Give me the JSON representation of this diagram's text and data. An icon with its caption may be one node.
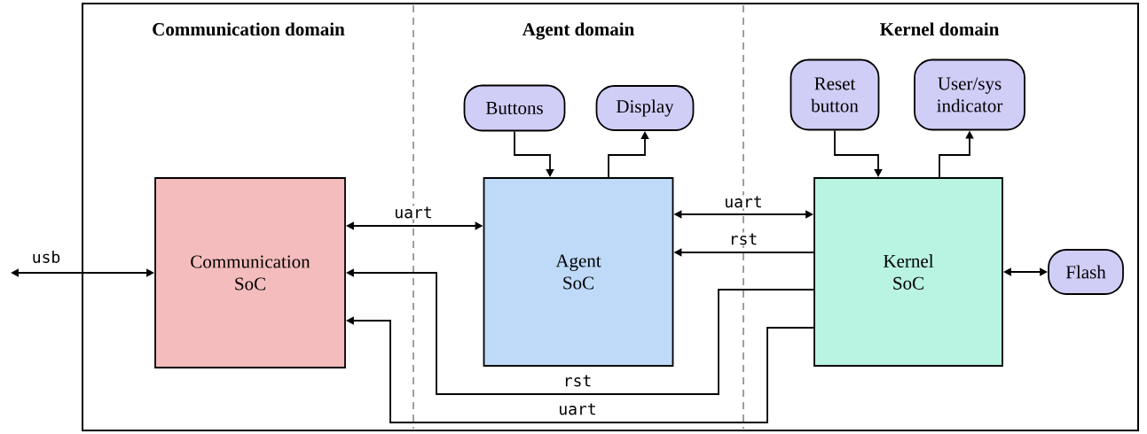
{
  "diagram": {
    "nodes": [
      {
        "text": [
          "Communication SoC"
        ]
      },
      {
        "text": [
          "Agent SoC"
        ]
      },
      {
        "text": [
          "Kernel SoC"
        ]
      },
      {
        "text": [
          "Buttons"
        ]
      },
      {
        "text": [
          "Display"
        ]
      },
      {
        "text": [
          "Reset button"
        ]
      },
      {
        "text": [
          "User/sys indicator"
        ]
      },
      {
        "text": [
          "Flash"
        ]
      }
    ],
    "edges": [
      {
        "from": null,
        "to": 0,
        "arrow": "both",
        "label": "usb"
      },
      {
        "from": 0,
        "to": 1,
        "arrow": "both",
        "label": "uart"
      },
      {
        "from": 1,
        "to": 2,
        "arrow": "both",
        "label": "uart"
      },
      {
        "from": 2,
        "to": 1,
        "arrow": "to",
        "label": "rst"
      },
      {
        "from": 2,
        "to": 0,
        "arrow": "to",
        "label": "rst"
      },
      {
        "from": 2,
        "to": 0,
        "arrow": "to",
        "label": "uart"
      },
      {
        "from": 3,
        "to": 1,
        "arrow": "to"
      },
      {
        "from": 1,
        "to": 4,
        "arrow": "to"
      },
      {
        "from": 5,
        "to": 2,
        "arrow": "to"
      },
      {
        "from": 2,
        "to": 6,
        "arrow": "to"
      },
      {
        "from": 2,
        "to": 7,
        "arrow": "both"
      }
    ],
    "labels": [
      "Communication domain",
      "Agent domain",
      "Kernel domain"
    ]
  }
}
